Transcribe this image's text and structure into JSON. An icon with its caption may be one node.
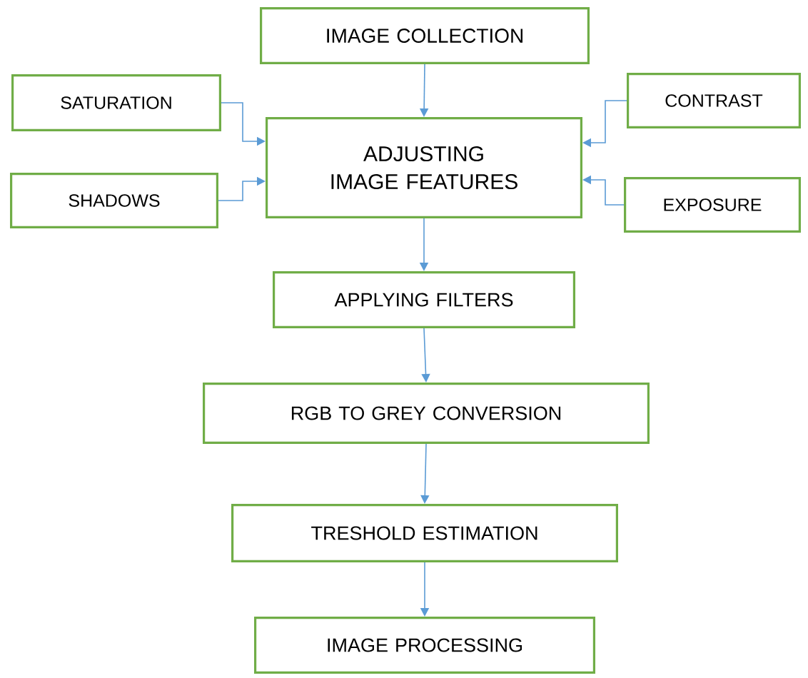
{
  "diagram": {
    "nodes": [
      {
        "text": [
          "IMAGE COLLECTION"
        ]
      },
      {
        "text": [
          "SATURATION"
        ]
      },
      {
        "text": [
          "CONTRAST"
        ]
      },
      {
        "text": [
          "ADJUSTING IMAGE FEATURES"
        ]
      },
      {
        "text": [
          "SHADOWS"
        ]
      },
      {
        "text": [
          "EXPOSURE"
        ]
      },
      {
        "text": [
          "APPLYING FILTERS"
        ]
      },
      {
        "text": [
          "RGB TO GREY CONVERSION"
        ]
      },
      {
        "text": [
          "TRESHOLD ESTIMATION"
        ]
      },
      {
        "text": [
          "IMAGE PROCESSING"
        ]
      }
    ],
    "edges": [
      {
        "from": 0,
        "to": 3,
        "arrow": "to"
      },
      {
        "from": 1,
        "to": 3,
        "arrow": "to"
      },
      {
        "from": 4,
        "to": 3,
        "arrow": "to"
      },
      {
        "from": 2,
        "to": 3,
        "arrow": "to"
      },
      {
        "from": 5,
        "to": 3,
        "arrow": "to"
      },
      {
        "from": 3,
        "to": 6,
        "arrow": "to"
      },
      {
        "from": 6,
        "to": 7,
        "arrow": "to"
      },
      {
        "from": 7,
        "to": 8,
        "arrow": "to"
      },
      {
        "from": 8,
        "to": 9,
        "arrow": "to"
      }
    ]
  }
}
